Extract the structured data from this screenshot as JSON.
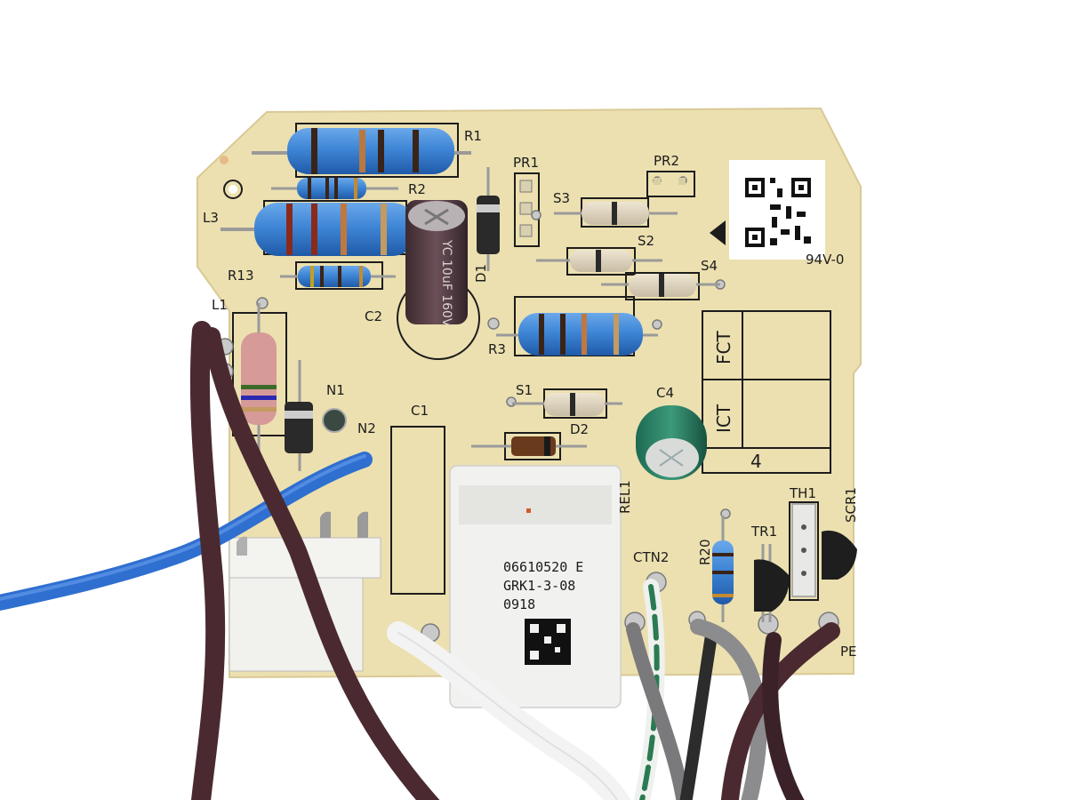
{
  "board": {
    "labels": {
      "r1": "R1",
      "r2": "R2",
      "r3": "R3",
      "r13": "R13",
      "r20": "R20",
      "l1": "L1",
      "l3": "L3",
      "pr1": "PR1",
      "pr2": "PR2",
      "s1": "S1",
      "s2": "S2",
      "s3": "S3",
      "s4": "S4",
      "c1": "C1",
      "c2": "C2",
      "c4": "C4",
      "d1": "D1",
      "d2": "D2",
      "n1": "N1",
      "n2": "N2",
      "rel1": "REL1",
      "ctn2": "CTN2",
      "th1": "TH1",
      "tr1": "TR1",
      "scr1": "SCR1",
      "fct": "FCT",
      "ict": "ICT",
      "box_num": "4",
      "pe": "PE",
      "rating": "94V-0"
    },
    "capacitor_c2_marking": "YC 10uF 160V",
    "relay": {
      "line1": "06610520 E",
      "line2": "GRK1-3-08",
      "line3": "0918"
    }
  },
  "colors": {
    "pcb": "#ece0b0",
    "silkscreen": "#1c1c1c",
    "resistor_blue": "#3f86d6",
    "wire_brown": "#4a2a30",
    "wire_blue": "#2f6fd0"
  }
}
